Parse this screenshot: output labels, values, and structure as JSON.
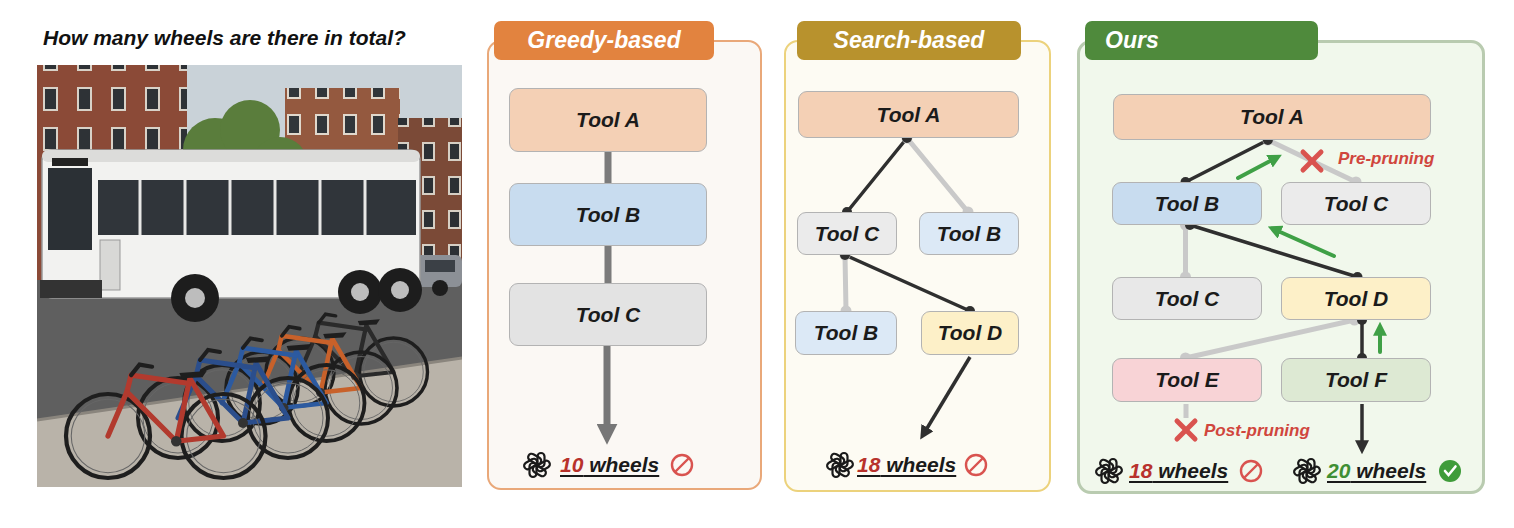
{
  "diagram": {
    "title": "How many wheels are there in total?",
    "nodes": [
      {
        "text": [
          "Greedy-based"
        ]
      },
      {
        "text": [
          "Tool A"
        ],
        "in": 0
      },
      {
        "text": [
          "Tool B"
        ],
        "in": 0
      },
      {
        "text": [
          "Tool C"
        ],
        "in": 0
      },
      {
        "text": [
          "Search-based"
        ]
      },
      {
        "text": [
          "Tool A"
        ],
        "in": 4
      },
      {
        "text": [
          "Tool C"
        ],
        "in": 4
      },
      {
        "text": [
          "Tool B"
        ],
        "in": 4
      },
      {
        "text": [
          "Tool B"
        ],
        "in": 4
      },
      {
        "text": [
          "Tool D"
        ],
        "in": 4
      },
      {
        "text": [
          "Ours"
        ]
      },
      {
        "text": [
          "Tool A"
        ],
        "in": 10
      },
      {
        "text": [
          "Tool B"
        ],
        "in": 10
      },
      {
        "text": [
          "Tool C"
        ],
        "in": 10
      },
      {
        "text": [
          "Tool C"
        ],
        "in": 10
      },
      {
        "text": [
          "Tool D"
        ],
        "in": 10
      },
      {
        "text": [
          "Tool E"
        ],
        "in": 10
      },
      {
        "text": [
          "Tool F"
        ],
        "in": 10
      }
    ],
    "edges": [
      {
        "from": 1,
        "to": 2,
        "arrow": "none"
      },
      {
        "from": 2,
        "to": 3,
        "arrow": "none"
      },
      {
        "from": 5,
        "to": 6,
        "arrow": "none"
      },
      {
        "from": 5,
        "to": 7,
        "arrow": "none"
      },
      {
        "from": 6,
        "to": 8,
        "arrow": "none"
      },
      {
        "from": 6,
        "to": 9,
        "arrow": "none"
      },
      {
        "from": 11,
        "to": 12,
        "arrow": "none"
      },
      {
        "from": 11,
        "to": 13,
        "arrow": "none"
      },
      {
        "from": 12,
        "to": 14,
        "arrow": "none"
      },
      {
        "from": 12,
        "to": 15,
        "arrow": "none"
      },
      {
        "from": 15,
        "to": 16,
        "arrow": "none"
      },
      {
        "from": 15,
        "to": 17,
        "arrow": "none"
      }
    ],
    "labels": [
      "10 wheels",
      "18 wheels",
      "Pre-pruning",
      "Post-pruning",
      "18 wheels",
      "20 wheels"
    ]
  }
}
